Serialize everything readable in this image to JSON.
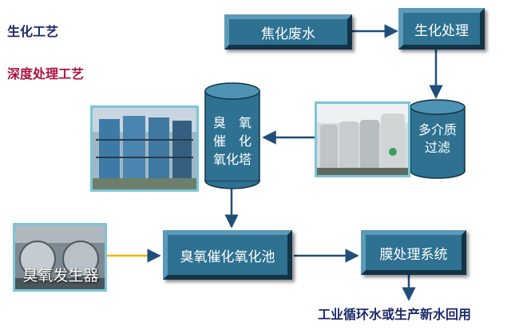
{
  "headings": {
    "biochem": "生化工艺",
    "advanced": "深度处理工艺"
  },
  "nodes": {
    "coking_wastewater": "焦化废水",
    "biochemical_treatment": "生化处理",
    "multimedia_filter": [
      "多介质",
      "过滤"
    ],
    "ozone_tower": [
      "臭　氧",
      "催　化",
      "氧化塔"
    ],
    "ozone_pool": "臭氧催化氧化池",
    "membrane_system": "膜处理系统",
    "ozone_generator": "臭氧发生器",
    "output": "工业循环水或生产新水回用"
  },
  "colors": {
    "box_fill": "#2e7191",
    "heading_biochem": "#1b2a6b",
    "heading_advanced": "#b0103c",
    "arrow": "#1f4e79",
    "generator_arrow": "#f2b400",
    "photo_border": "#7bc6d8"
  }
}
